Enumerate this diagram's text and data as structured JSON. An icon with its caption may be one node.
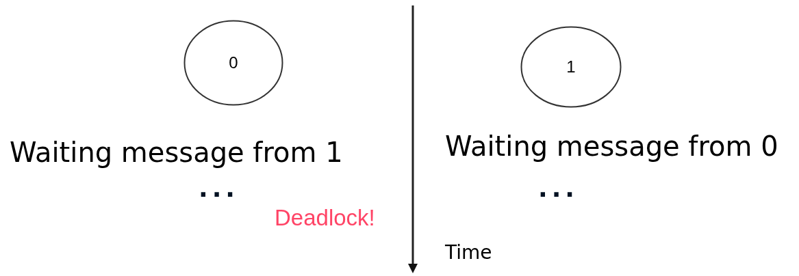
{
  "diagram": {
    "nodes": [
      {
        "text": [
          "0"
        ]
      },
      {
        "text": [
          "1"
        ]
      }
    ],
    "edges": [],
    "labels": [
      "Waiting message from 1",
      "Waiting message from 0",
      "...",
      "...",
      "Deadlock!",
      "Time"
    ]
  }
}
